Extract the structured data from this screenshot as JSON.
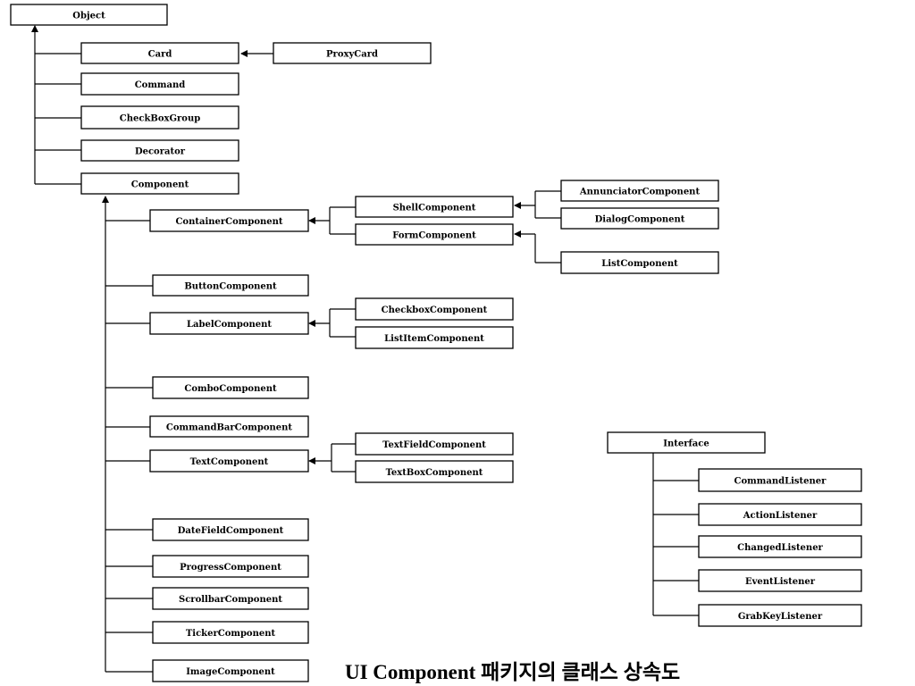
{
  "caption": "UI Component 패키지의 클래스 상속도",
  "classes": {
    "object": "Object",
    "card": "Card",
    "proxy_card": "ProxyCard",
    "command": "Command",
    "check_box_group": "CheckBoxGroup",
    "decorator": "Decorator",
    "component": "Component",
    "container_component": "ContainerComponent",
    "shell_component": "ShellComponent",
    "form_component": "FormComponent",
    "annunciator_component": "AnnunciatorComponent",
    "dialog_component": "DialogComponent",
    "list_component": "ListComponent",
    "button_component": "ButtonComponent",
    "label_component": "LabelComponent",
    "checkbox_component": "CheckboxComponent",
    "list_item_component": "ListItemComponent",
    "combo_component": "ComboComponent",
    "command_bar_component": "CommandBarComponent",
    "text_component": "TextComponent",
    "text_field_component": "TextFieldComponent",
    "text_box_component": "TextBoxComponent",
    "date_field_component": "DateFieldComponent",
    "progress_component": "ProgressComponent",
    "scrollbar_component": "ScrollbarComponent",
    "ticker_component": "TickerComponent",
    "image_component": "ImageComponent",
    "interface": "Interface",
    "command_listener": "CommandListener",
    "action_listener": "ActionListener",
    "changed_listener": "ChangedListener",
    "event_listener": "EventListener",
    "grab_key_listener": "GrabKeyListener"
  }
}
